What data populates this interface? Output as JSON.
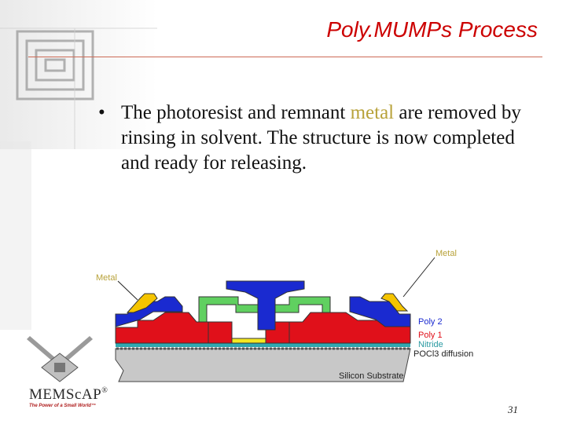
{
  "slide": {
    "title": "Poly.MUMPs Process",
    "bullet": {
      "marker": "•",
      "text_before": "The photoresist and remnant ",
      "highlight": "metal",
      "text_after": " are removed by rinsing in solvent. The structure is now completed and ready for releasing."
    },
    "page_number": "31"
  },
  "diagram": {
    "labels": {
      "metal_right": "Metal",
      "metal_left": "Metal",
      "poly2": "Poly 2",
      "poly1": "Poly 1",
      "nitride": "Nitride",
      "pocl3": "POCl3 diffusion",
      "substrate": "Silicon Substrate"
    },
    "colors": {
      "metal": "#f5c400",
      "poly2": "#1a2ad0",
      "poly1": "#e0101a",
      "oxide2": "#60d060",
      "oxide1": "#f4e820",
      "nitride": "#30a8b0",
      "substrate": "#c8c8c8"
    }
  },
  "logo": {
    "name": "MEMScAP",
    "registered": "®",
    "tagline": "The Power of a Small World™"
  },
  "colors": {
    "title": "#cc0000",
    "highlight": "#b8a23a"
  }
}
